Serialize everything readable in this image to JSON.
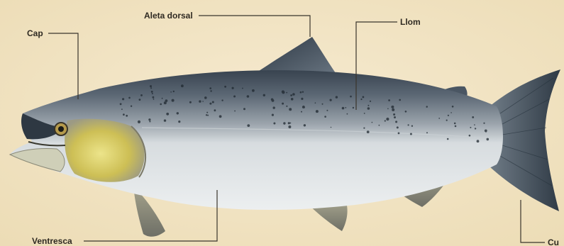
{
  "diagram": {
    "labels": {
      "dorsal_fin": "Aleta dorsal",
      "head": "Cap",
      "back": "Llom",
      "belly": "Ventresca",
      "tail": "Cu"
    },
    "colors": {
      "background": "#f3e6c5",
      "leader_line": "#3a352c",
      "back": "#4f5c69",
      "belly": "#e4e8ea",
      "head_gill": "#d8cf70",
      "fins": "#3f4a55"
    }
  }
}
